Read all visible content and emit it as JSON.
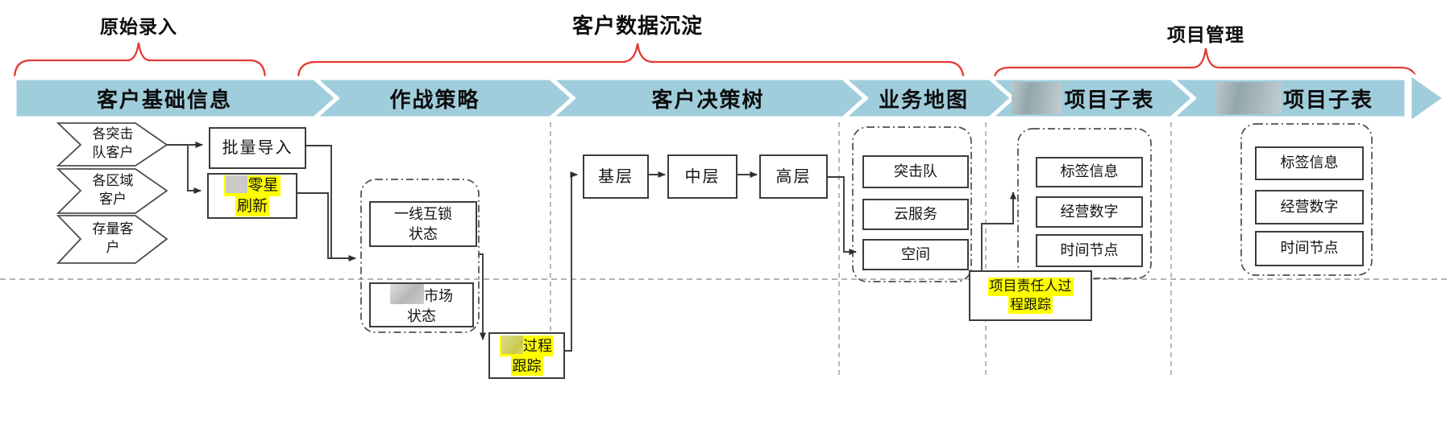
{
  "colors": {
    "banner_fill": "#a0cddc",
    "brace_red": "#e23b33",
    "highlight_yellow": "#ffff00",
    "line_dark": "#3d3d3d",
    "guide_grey": "#9b9b9b"
  },
  "braces": {
    "b1": "原始录入",
    "b2": "客户数据沉淀",
    "b3": "项目管理"
  },
  "banner": {
    "s1": "客户基础信息",
    "s2": "作战策略",
    "s3": "客户决策树",
    "s4": "业务地图",
    "s5": "项目子表",
    "s6": "项目子表"
  },
  "sources": {
    "s1a": "各突击",
    "s1b": "队客户",
    "s2a": "各区域",
    "s2b": "客户",
    "s3a": "存量客",
    "s3b": "户"
  },
  "intake": {
    "batch_import": "批量导入",
    "refresh_l1": "零星",
    "refresh_l2": "刷新"
  },
  "strategy": {
    "interlock_l1": "一线互锁",
    "interlock_l2": "状态",
    "market_l1": "市场",
    "market_l2": "状态",
    "process_l1": "过程",
    "process_l2": "跟踪"
  },
  "decision_tree": {
    "items": [
      "基层",
      "中层",
      "高层"
    ]
  },
  "business_map": {
    "items": [
      "突击队",
      "云服务",
      "空间"
    ]
  },
  "project_table_1": {
    "items": [
      "标签信息",
      "经营数字",
      "时间节点"
    ]
  },
  "project_table_2": {
    "items": [
      "标签信息",
      "经营数字",
      "时间节点"
    ]
  },
  "owner_tracking": {
    "l1": "项目责任人过",
    "l2": "程跟踪"
  }
}
